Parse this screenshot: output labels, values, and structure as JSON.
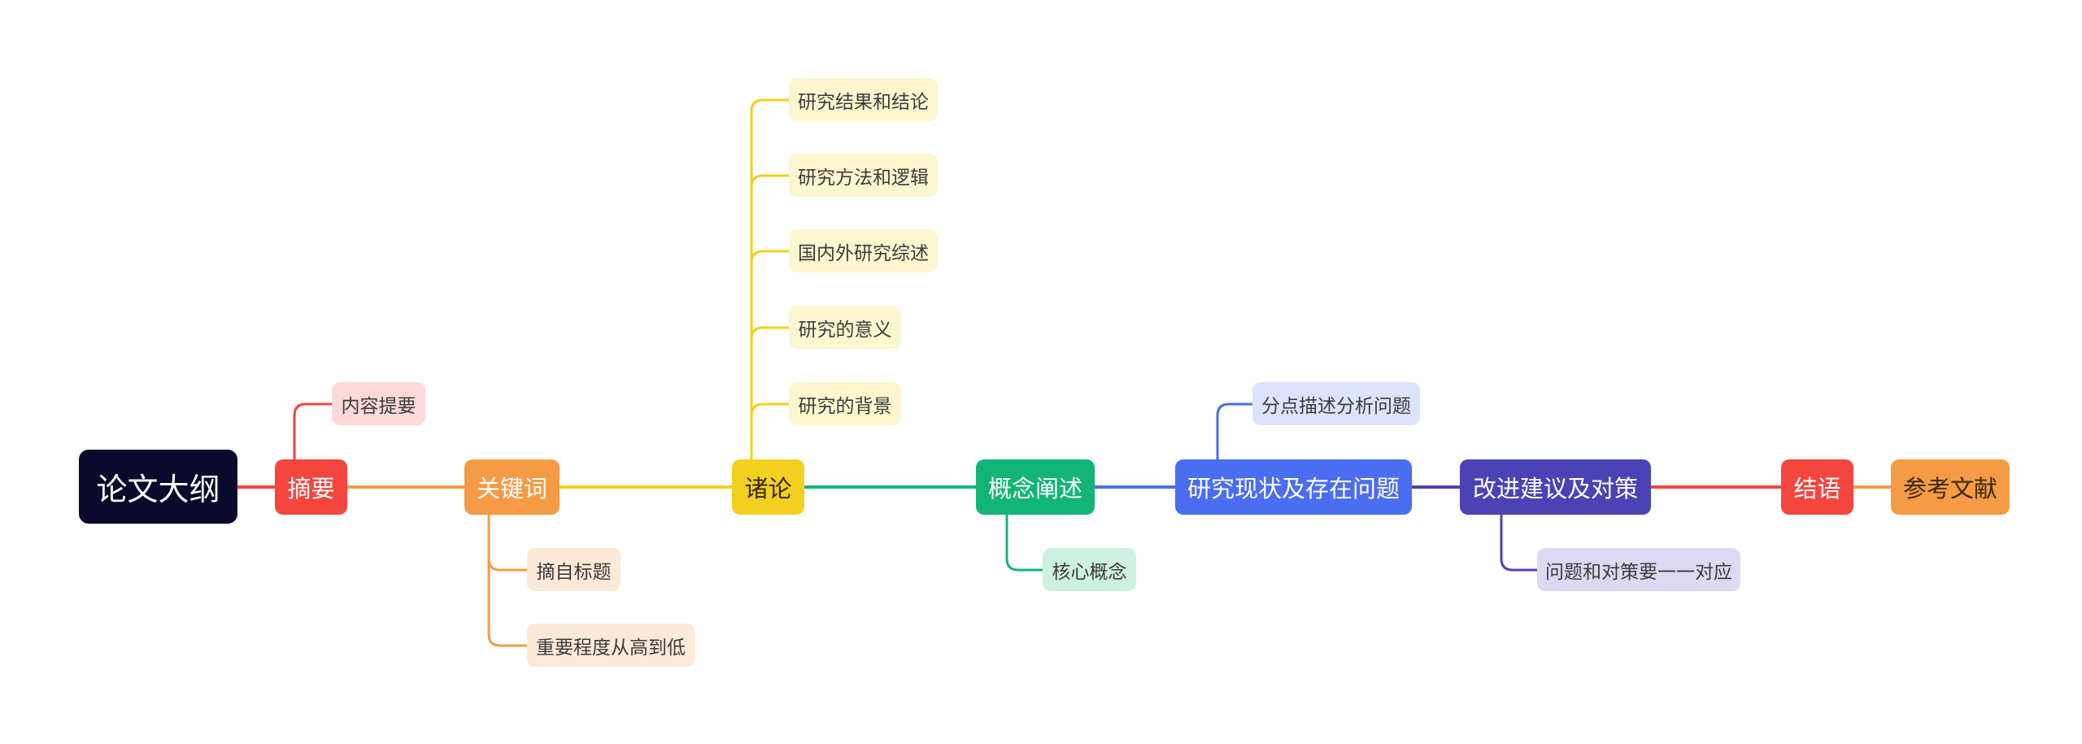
{
  "diagram": {
    "root": {
      "label": "论文大纲"
    },
    "nodes": {
      "n1": {
        "label": "摘要"
      },
      "n2": {
        "label": "关键词"
      },
      "n3": {
        "label": "诸论"
      },
      "n4": {
        "label": "概念阐述"
      },
      "n5": {
        "label": "研究现状及存在问题"
      },
      "n6": {
        "label": "改进建议及对策"
      },
      "n7": {
        "label": "结语"
      },
      "n8": {
        "label": "参考文献"
      },
      "n1a": {
        "label": "内容提要"
      },
      "n2a": {
        "label": "摘自标题"
      },
      "n2b": {
        "label": "重要程度从高到低"
      },
      "n3a": {
        "label": "研究结果和结论"
      },
      "n3b": {
        "label": "研究方法和逻辑"
      },
      "n3c": {
        "label": "国内外研究综述"
      },
      "n3d": {
        "label": "研究的意义"
      },
      "n3e": {
        "label": "研究的背景"
      },
      "n4a": {
        "label": "核心概念"
      },
      "n5a": {
        "label": "分点描述分析问题"
      },
      "n6a": {
        "label": "问题和对策要一一对应"
      }
    },
    "colors": {
      "root": "#0b0a2c",
      "n1": "#f5453f",
      "n2": "#f59b46",
      "n3": "#f2d01f",
      "n4": "#13b577",
      "n5": "#4a6df1",
      "n6": "#4b43b5",
      "n7": "#f5453f",
      "n8": "#f59b46",
      "sub_n1": "#fdd9d8",
      "sub_n2": "#fde9d7",
      "sub_n3": "#fdf6cf",
      "sub_n4": "#cdf1e1",
      "sub_n5": "#dde3fd",
      "sub_n6": "#dcdaf2"
    }
  }
}
